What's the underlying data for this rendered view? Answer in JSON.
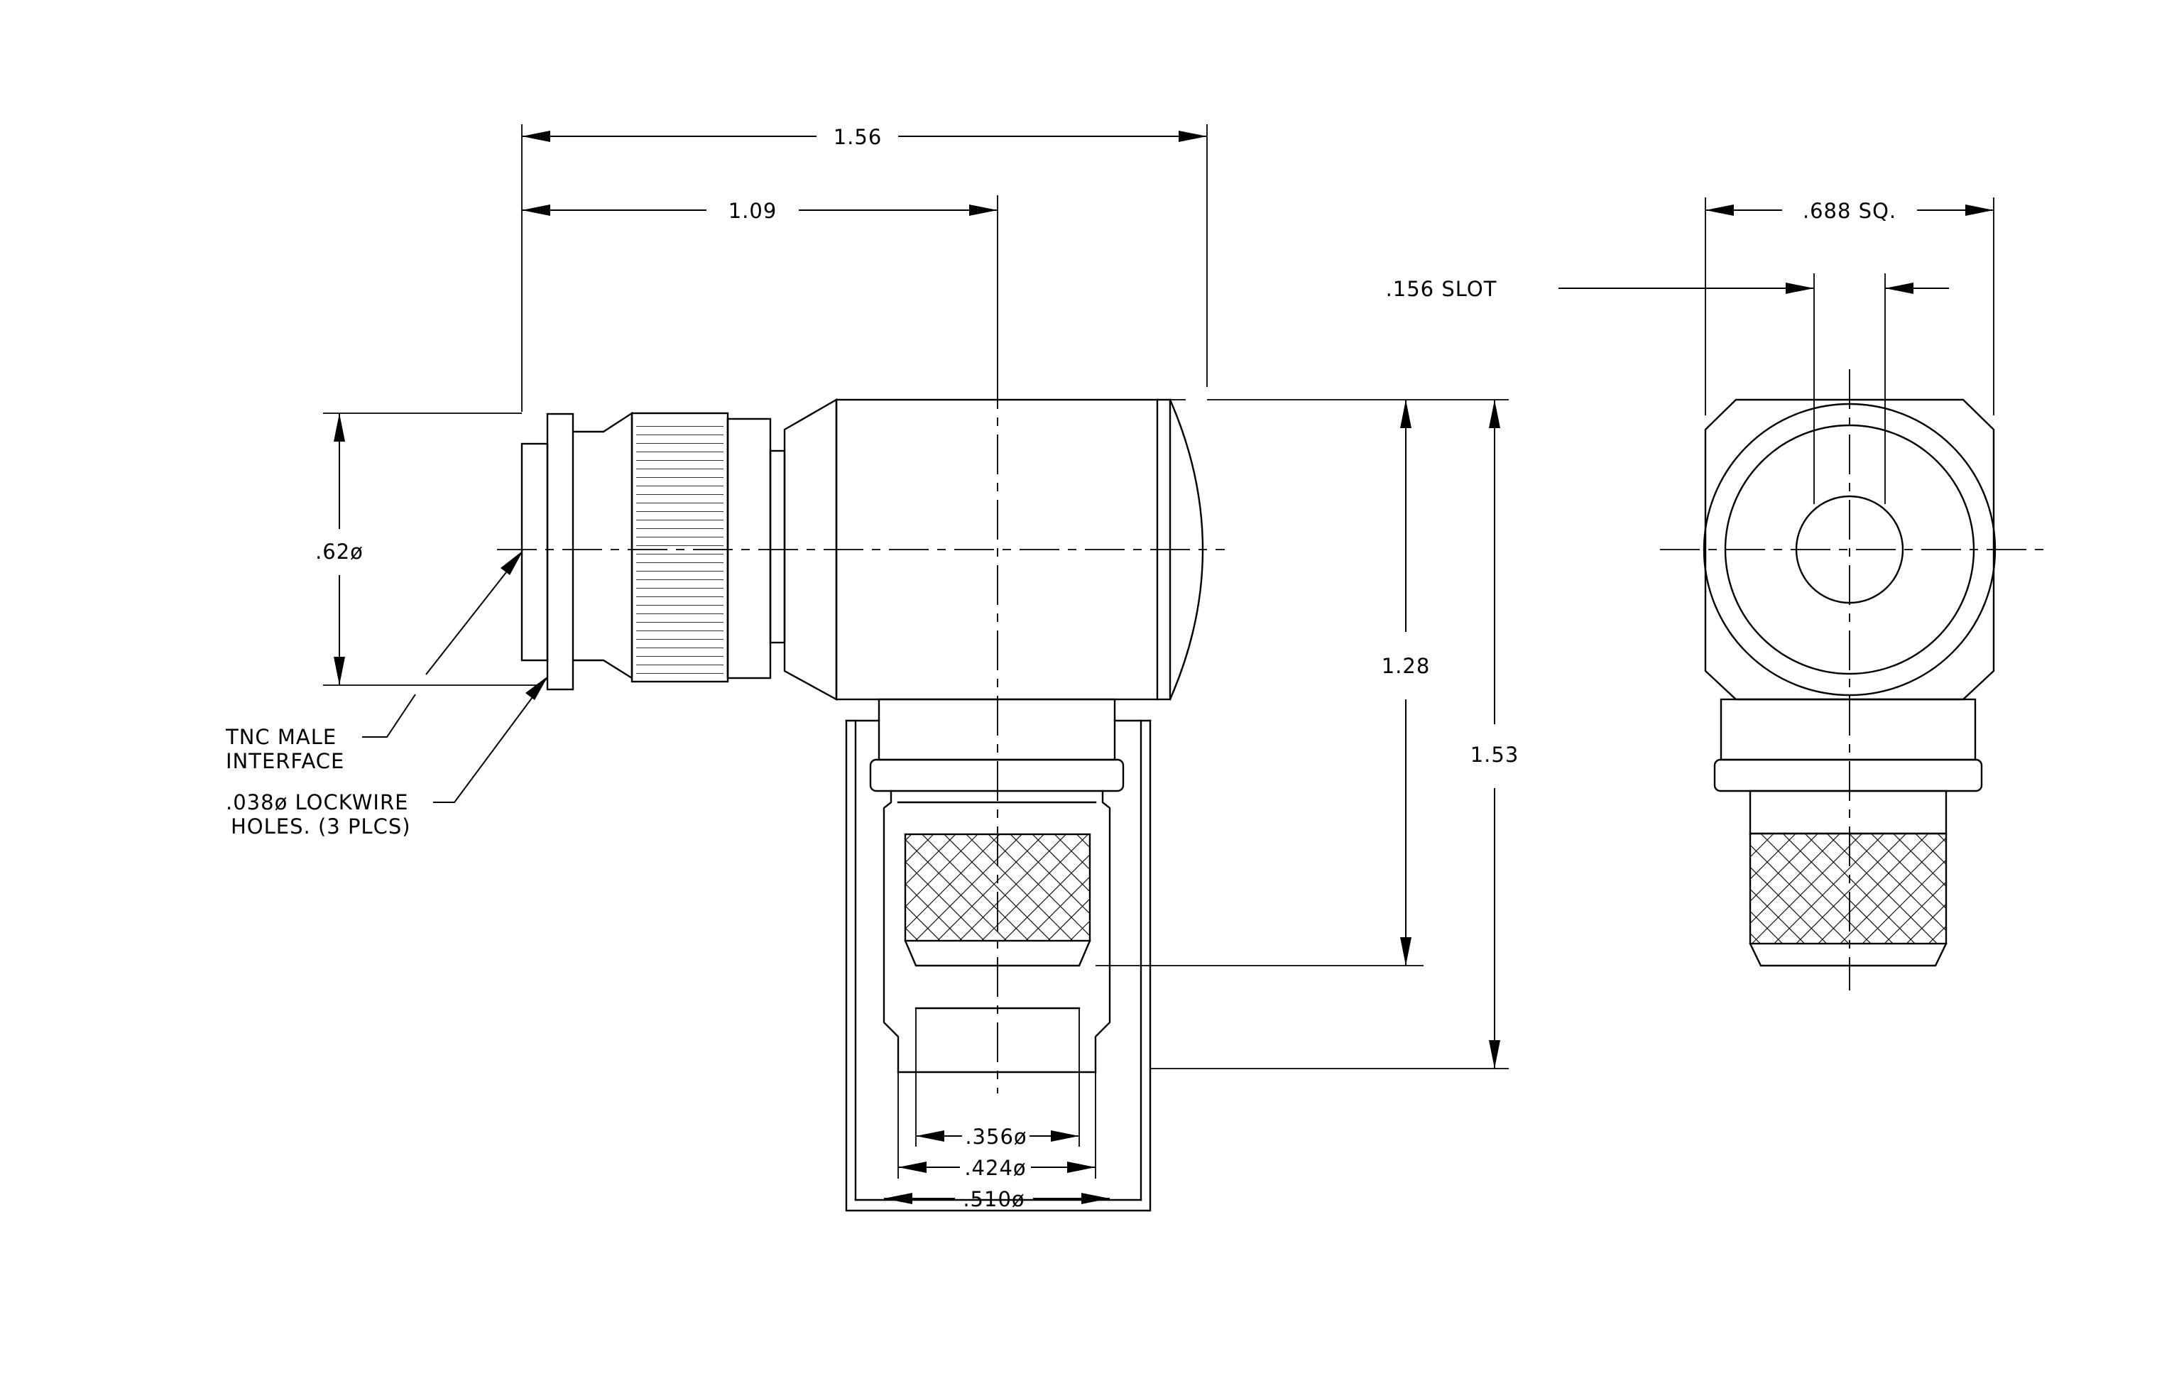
{
  "dimensions": {
    "overall_length": "1.56",
    "to_center": "1.09",
    "interface_dia": ".62ø",
    "height_to_crimp": "1.28",
    "overall_height": "1.53",
    "square": ".688 SQ.",
    "slot": ".156 SLOT",
    "dia_inner": ".356ø",
    "dia_mid": ".424ø",
    "dia_outer": ".510ø"
  },
  "callouts": {
    "interface_line1": "TNC MALE",
    "interface_line2": "INTERFACE",
    "lockwire_line1": ".038ø LOCKWIRE",
    "lockwire_line2": "HOLES. (3 PLCS)"
  }
}
